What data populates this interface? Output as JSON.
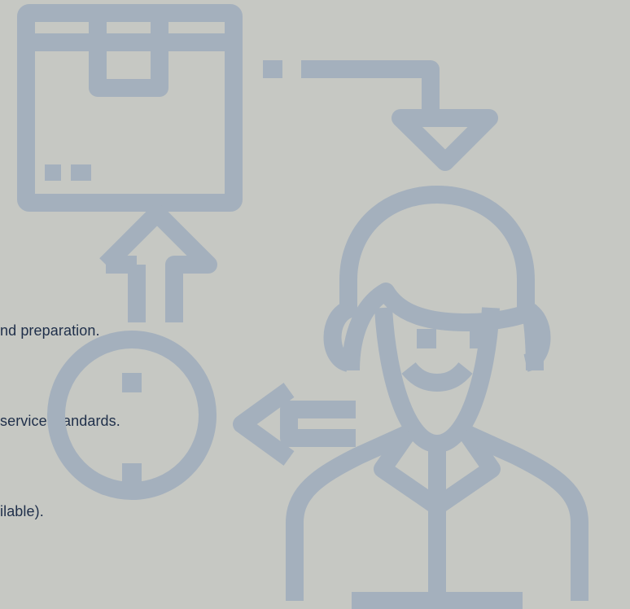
{
  "text_lines": [
    "nd preparation.",
    "service standards.",
    "ilable)."
  ],
  "colors": {
    "background": "#c6c8c3",
    "illustration": "#a4b0bd",
    "text": "#1f2f4a"
  },
  "icons": [
    "package-box-icon",
    "support-agent-icon",
    "return-cycle-icon"
  ]
}
